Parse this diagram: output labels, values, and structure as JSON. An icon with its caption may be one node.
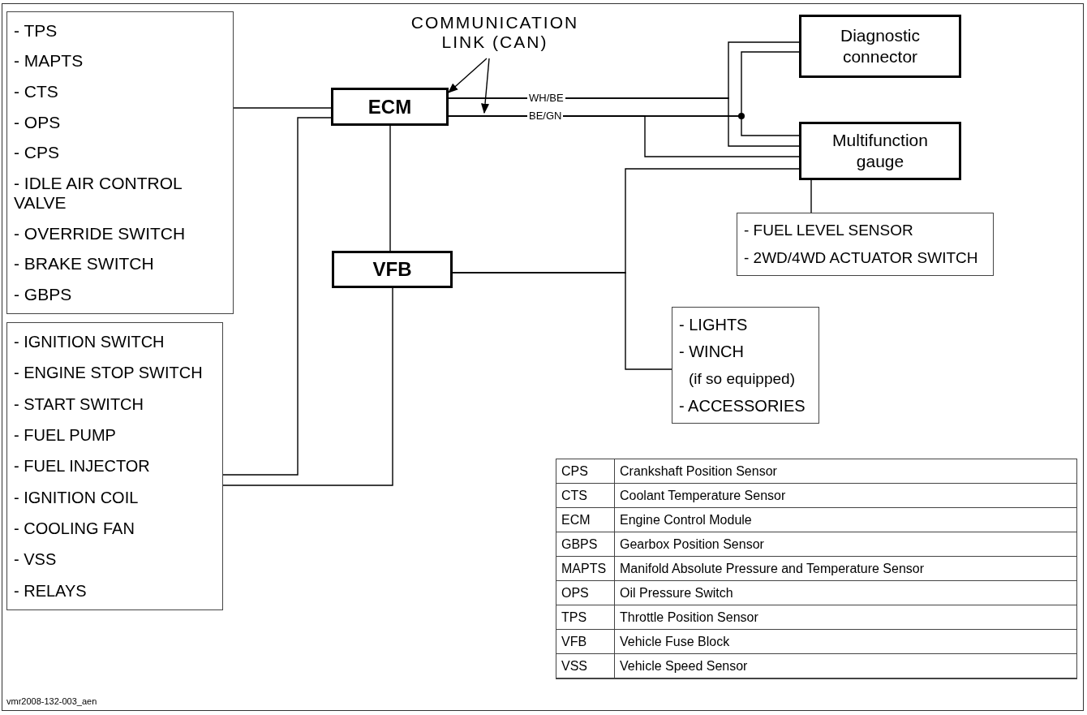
{
  "diagram": {
    "nodes": [
      {
        "text": [
          "- TPS",
          "- MAPTS",
          "- CTS",
          "- OPS",
          "- CPS",
          "- IDLE AIR CONTROL VALVE",
          "- OVERRIDE SWITCH",
          "- BRAKE SWITCH",
          "- GBPS"
        ]
      },
      {
        "text": [
          "- IGNITION SWITCH",
          "- ENGINE STOP SWITCH",
          "- START SWITCH",
          "- FUEL PUMP",
          "- FUEL INJECTOR",
          "- IGNITION COIL",
          "- COOLING FAN",
          "- VSS",
          "- RELAYS"
        ]
      },
      {
        "text": [
          "ECM"
        ]
      },
      {
        "text": [
          "VFB"
        ]
      },
      {
        "text": [
          "Diagnostic connector"
        ]
      },
      {
        "text": [
          "Multifunction gauge"
        ]
      },
      {
        "text": [
          "- FUEL LEVEL SENSOR",
          "- 2WD/4WD ACTUATOR SWITCH"
        ]
      },
      {
        "text": [
          "- LIGHTS",
          "- WINCH",
          "(if so equipped)",
          "- ACCESSORIES"
        ]
      },
      {
        "text": [
          "COMMUNICATION LINK (CAN)"
        ]
      }
    ],
    "edges": [
      {
        "from": 0,
        "to": 2,
        "arrow": "none"
      },
      {
        "from": 2,
        "to": 1,
        "arrow": "none"
      },
      {
        "from": 2,
        "to": 3,
        "arrow": "none"
      },
      {
        "from": 3,
        "to": 1,
        "arrow": "none"
      },
      {
        "from": 2,
        "to": 4,
        "arrow": "none",
        "label": "WH/BE"
      },
      {
        "from": 2,
        "to": 5,
        "arrow": "none"
      },
      {
        "from": 2,
        "to": 4,
        "arrow": "none",
        "label": "BE/GN"
      },
      {
        "from": 2,
        "to": 5,
        "arrow": "none"
      },
      {
        "from": 2,
        "to": 5,
        "arrow": "none"
      },
      {
        "from": 3,
        "to": 5,
        "arrow": "none"
      },
      {
        "from": 3,
        "to": 7,
        "arrow": "none"
      },
      {
        "from": 5,
        "to": 6,
        "arrow": "none"
      },
      {
        "from": 8,
        "to": 2,
        "arrow": "to"
      },
      {
        "from": 8,
        "to": null,
        "arrow": "to"
      }
    ],
    "labels": [
      "CPS",
      "Crankshaft Position Sensor",
      "CTS",
      "Coolant Temperature Sensor",
      "ECM",
      "Engine Control Module",
      "GBPS",
      "Gearbox Position Sensor",
      "MAPTS",
      "Manifold Absolute Pressure and Temperature Sensor",
      "OPS",
      "Oil Pressure Switch",
      "TPS",
      "Throttle Position Sensor",
      "VFB",
      "Vehicle Fuse Block",
      "VSS",
      "Vehicle Speed Sensor",
      "vmr2008-132-003_aen"
    ]
  }
}
